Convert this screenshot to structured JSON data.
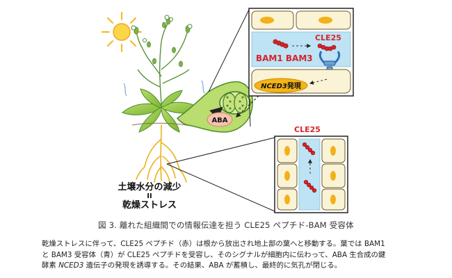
{
  "diagram": {
    "leaf_panel": {
      "bam_label": "BAM1 BAM3",
      "cle_label": "CLE25",
      "nced_italic": "NCED3",
      "nced_suffix": "発現"
    },
    "guard_cell": {
      "aba_label": "ABA"
    },
    "root_panel": {
      "cle_label": "CLE25"
    },
    "soil": {
      "line1": "土壌水分の減少",
      "line2": "II",
      "line3": "乾燥ストレス"
    },
    "colors": {
      "cell_fill": "#fbf3d5",
      "cell_border": "#6a5a2c",
      "nucleus": "#f2b11a",
      "vascular": "#bde3f4",
      "peptide": "#d8232a",
      "receptor": "#2f6fb8",
      "nced_oval": "#f5b417",
      "leaf_green": "#8cc63f",
      "root_yellow": "#e8b31a",
      "aba_pink": "#f4c3b0"
    }
  },
  "caption": "図 3. 離れた組織間での情報伝達を担う CLE25 ペプチド-BAM 受容体",
  "description": {
    "line1": "乾燥ストレスに伴って、CLE25 ペプチド（赤）は根から放出され地上部の葉へと移動する。葉では BAM1",
    "line2": "と BAM3 受容体（青）が CLE25 ペプチドを受容し、そのシグナルが細胞内に伝わって、ABA 生合成の鍵",
    "line3_pre": "酵素 ",
    "line3_italic": "NCED3",
    "line3_post": " 遺伝子の発現を誘導する。その結果、ABA が蓄積し、最終的に気孔が閉じる。"
  }
}
